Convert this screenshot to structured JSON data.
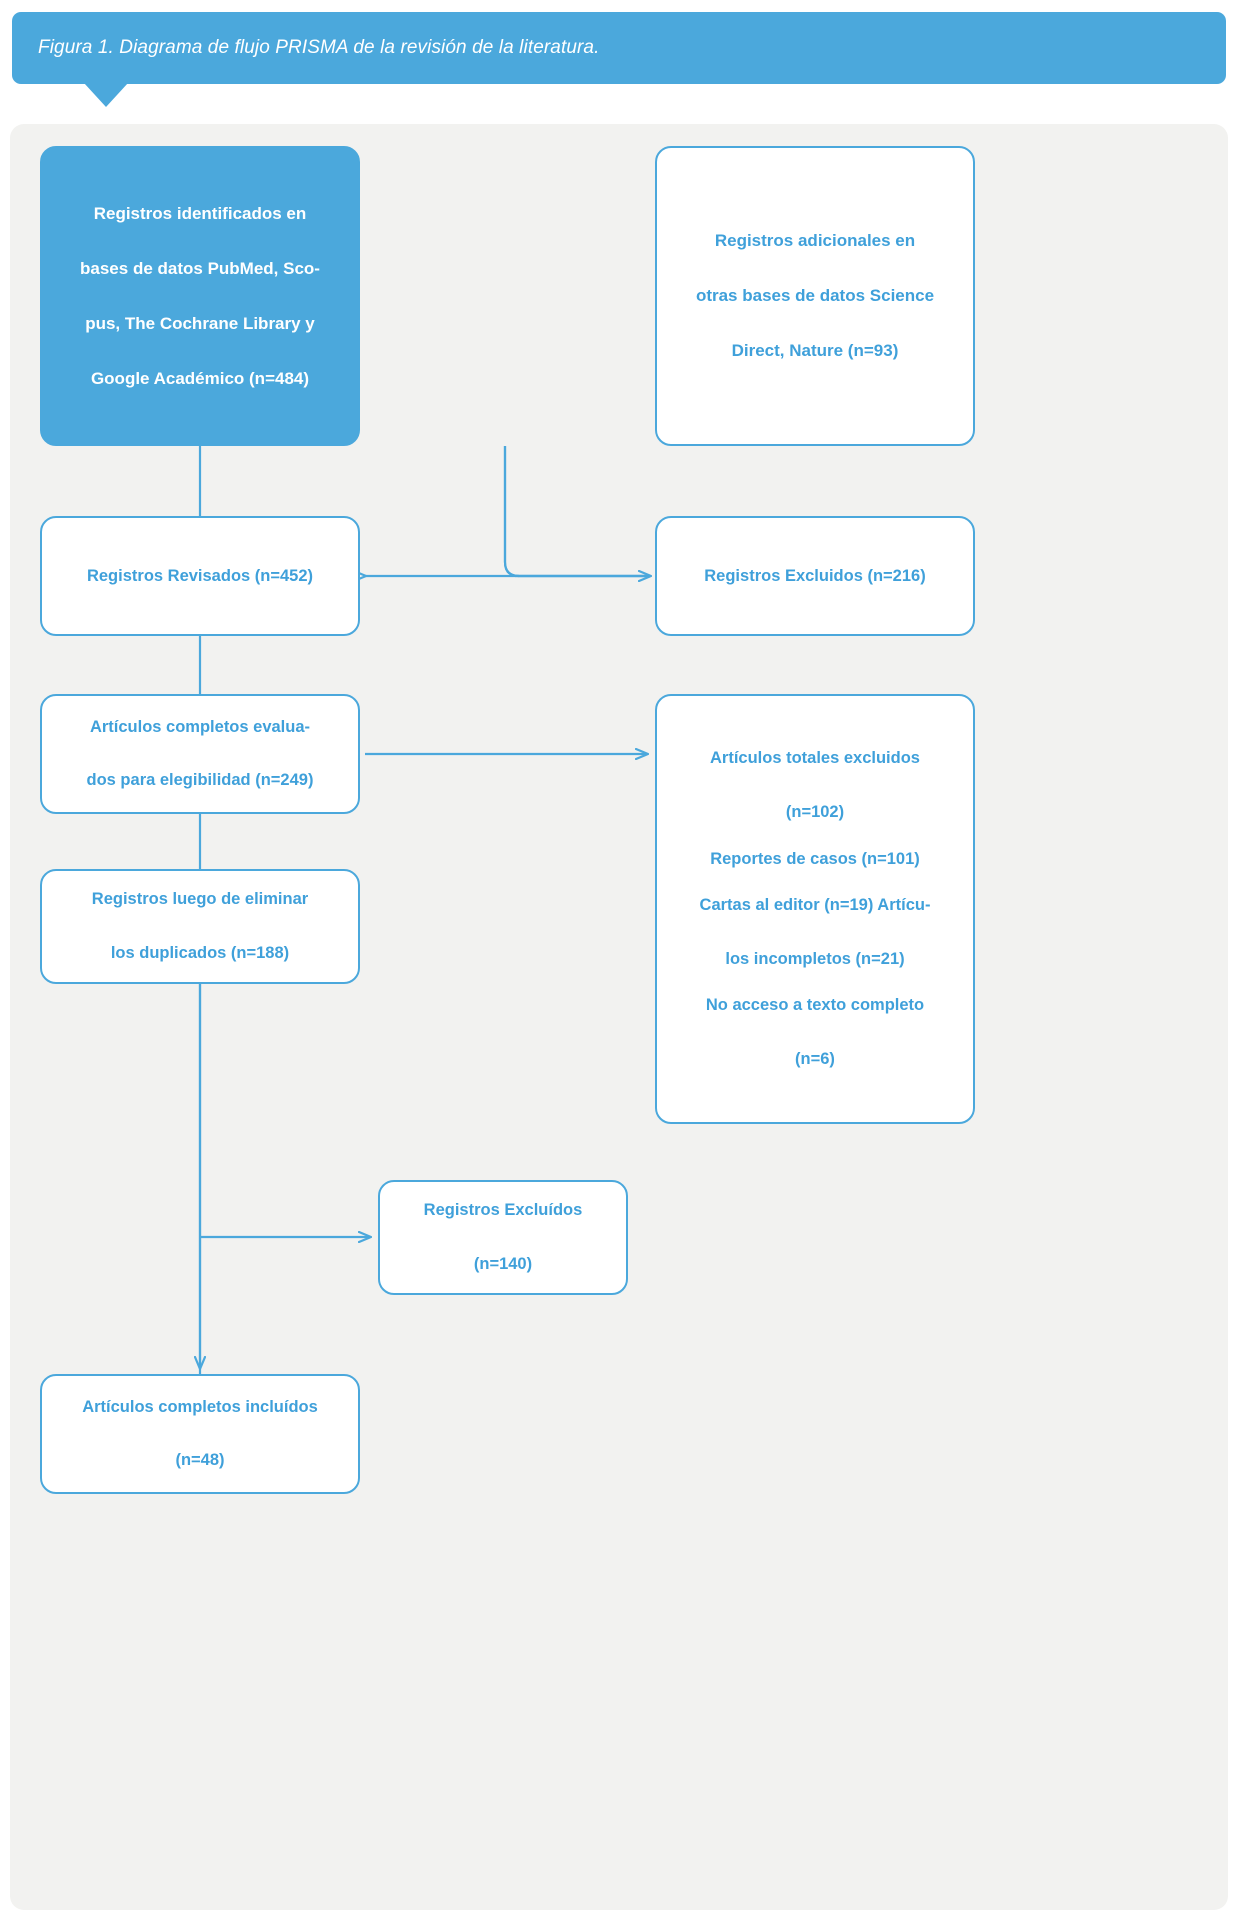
{
  "figure": {
    "caption": "Figura 1. Diagrama de flujo PRISMA de la revisión de la literatura.",
    "accent_color": "#4BA8DC",
    "text_color": "#3FA0DA",
    "canvas_color": "#F2F2F0"
  },
  "chart_data": {
    "type": "diagram",
    "title": "Figura 1. Diagrama de flujo PRISMA de la revisión de la literatura.",
    "nodes": [
      {
        "id": "identificados",
        "label": "Registros identificados en bases de datos PubMed, Scopus, The Cochrane Library y Google Académico (n=484)",
        "n": 484,
        "style": "filled"
      },
      {
        "id": "adicionales",
        "label": "Registros adicionales en otras bases de datos Science Direct, Nature (n=93)",
        "n": 93,
        "style": "outline"
      },
      {
        "id": "revisados",
        "label": "Registros Revisados (n=452)",
        "n": 452,
        "style": "outline"
      },
      {
        "id": "excluidos216",
        "label": "Registros Excluidos (n=216)",
        "n": 216,
        "style": "outline"
      },
      {
        "id": "evaluados",
        "label": "Artículos completos evaluados para elegibilidad (n=249)",
        "n": 249,
        "style": "outline"
      },
      {
        "id": "duplicados",
        "label": "Registros luego de eliminar los duplicados (n=188)",
        "n": 188,
        "style": "outline"
      },
      {
        "id": "totalesexcluidos",
        "label": "Artículos totales excluidos (n=102)",
        "n": 102,
        "style": "outline"
      },
      {
        "id": "excluidos140",
        "label": "Registros Excluídos (n=140)",
        "n": 140,
        "style": "outline"
      },
      {
        "id": "incluidos",
        "label": "Artículos completos incluídos (n=48)",
        "n": 48,
        "style": "outline"
      }
    ],
    "edges": [
      {
        "from": "identificados",
        "to": "revisados"
      },
      {
        "from": "adicionales",
        "to": "revisados"
      },
      {
        "from": "revisados",
        "to": "excluidos216"
      },
      {
        "from": "revisados",
        "to": "evaluados"
      },
      {
        "from": "evaluados",
        "to": "totalesexcluidos"
      },
      {
        "from": "evaluados",
        "to": "duplicados"
      },
      {
        "from": "duplicados",
        "to": "excluidos140"
      },
      {
        "from": "duplicados",
        "to": "incluidos"
      }
    ]
  },
  "boxes": {
    "identificados": {
      "line1": "Registros identificados en",
      "line2": "bases de datos PubMed, Sco-",
      "line3": "pus, The Cochrane Library y",
      "line4": "Google Académico (n=484)"
    },
    "adicionales": {
      "line1": "Registros adicionales en",
      "line2": "otras bases de datos Science",
      "line3": "Direct, Nature (n=93)"
    },
    "revisados": {
      "line1": "Registros Revisados (n=452)"
    },
    "excluidos216": {
      "line1": "Registros Excluidos (n=216)"
    },
    "evaluados": {
      "line1": "Artículos completos evalua-",
      "line2": "dos para elegibilidad (n=249)"
    },
    "duplicados": {
      "line1": "Registros luego de eliminar",
      "line2": "los duplicados (n=188)"
    },
    "totalesexcluidos": {
      "p1_line1": "Artículos totales excluidos",
      "p1_line2": "(n=102)",
      "p2_line1": "Reportes de casos (n=101)",
      "p3_line1": "Cartas al editor (n=19) Artícu-",
      "p3_line2": "los incompletos (n=21)",
      "p4_line1": "No acceso a texto completo",
      "p4_line2": "(n=6)"
    },
    "excluidos140": {
      "line1": "Registros Excluídos",
      "line2": "(n=140)"
    },
    "incluidos": {
      "line1": "Artículos completos incluídos",
      "line2": "(n=48)"
    }
  }
}
